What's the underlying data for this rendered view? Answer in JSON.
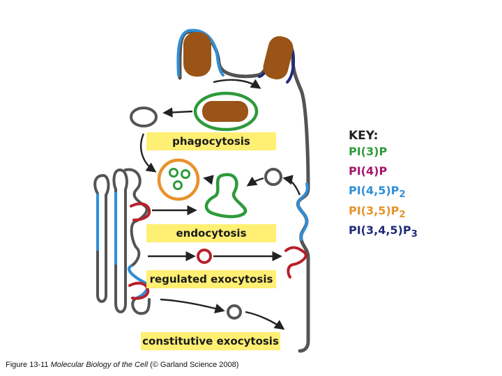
{
  "labels": {
    "phagocytosis": "phagocytosis",
    "endocytosis": "endocytosis",
    "regulated_exocytosis": "regulated exocytosis",
    "constitutive_exocytosis": "constitutive exocytosis"
  },
  "key": {
    "title": "KEY:",
    "entries": [
      {
        "base": "PI(3)P",
        "sub": "",
        "color": "#2e9a3a"
      },
      {
        "base": "PI(4)P",
        "sub": "",
        "color": "#a3176b"
      },
      {
        "base": "PI(4,5)P",
        "sub": "2",
        "color": "#2f8fd8"
      },
      {
        "base": "PI(3,5)P",
        "sub": "2",
        "color": "#e8922a"
      },
      {
        "base": "PI(3,4,5)P",
        "sub": "3",
        "color": "#1f2b7a"
      }
    ]
  },
  "colors": {
    "membrane": "#545454",
    "highlight_yellow": "#ffef73",
    "particle": "#9a5418",
    "pi3p": "#2e9a3a",
    "pi4p": "#a3176b",
    "pi45p2": "#2f8fd8",
    "pi35p2": "#e8922a",
    "pi345p3": "#1f2b7a",
    "red_bud": "#b8202a"
  },
  "caption": {
    "prefix": "Figure 13-11  ",
    "italic": "Molecular Biology of the Cell",
    "suffix": " (© Garland Science 2008)"
  }
}
